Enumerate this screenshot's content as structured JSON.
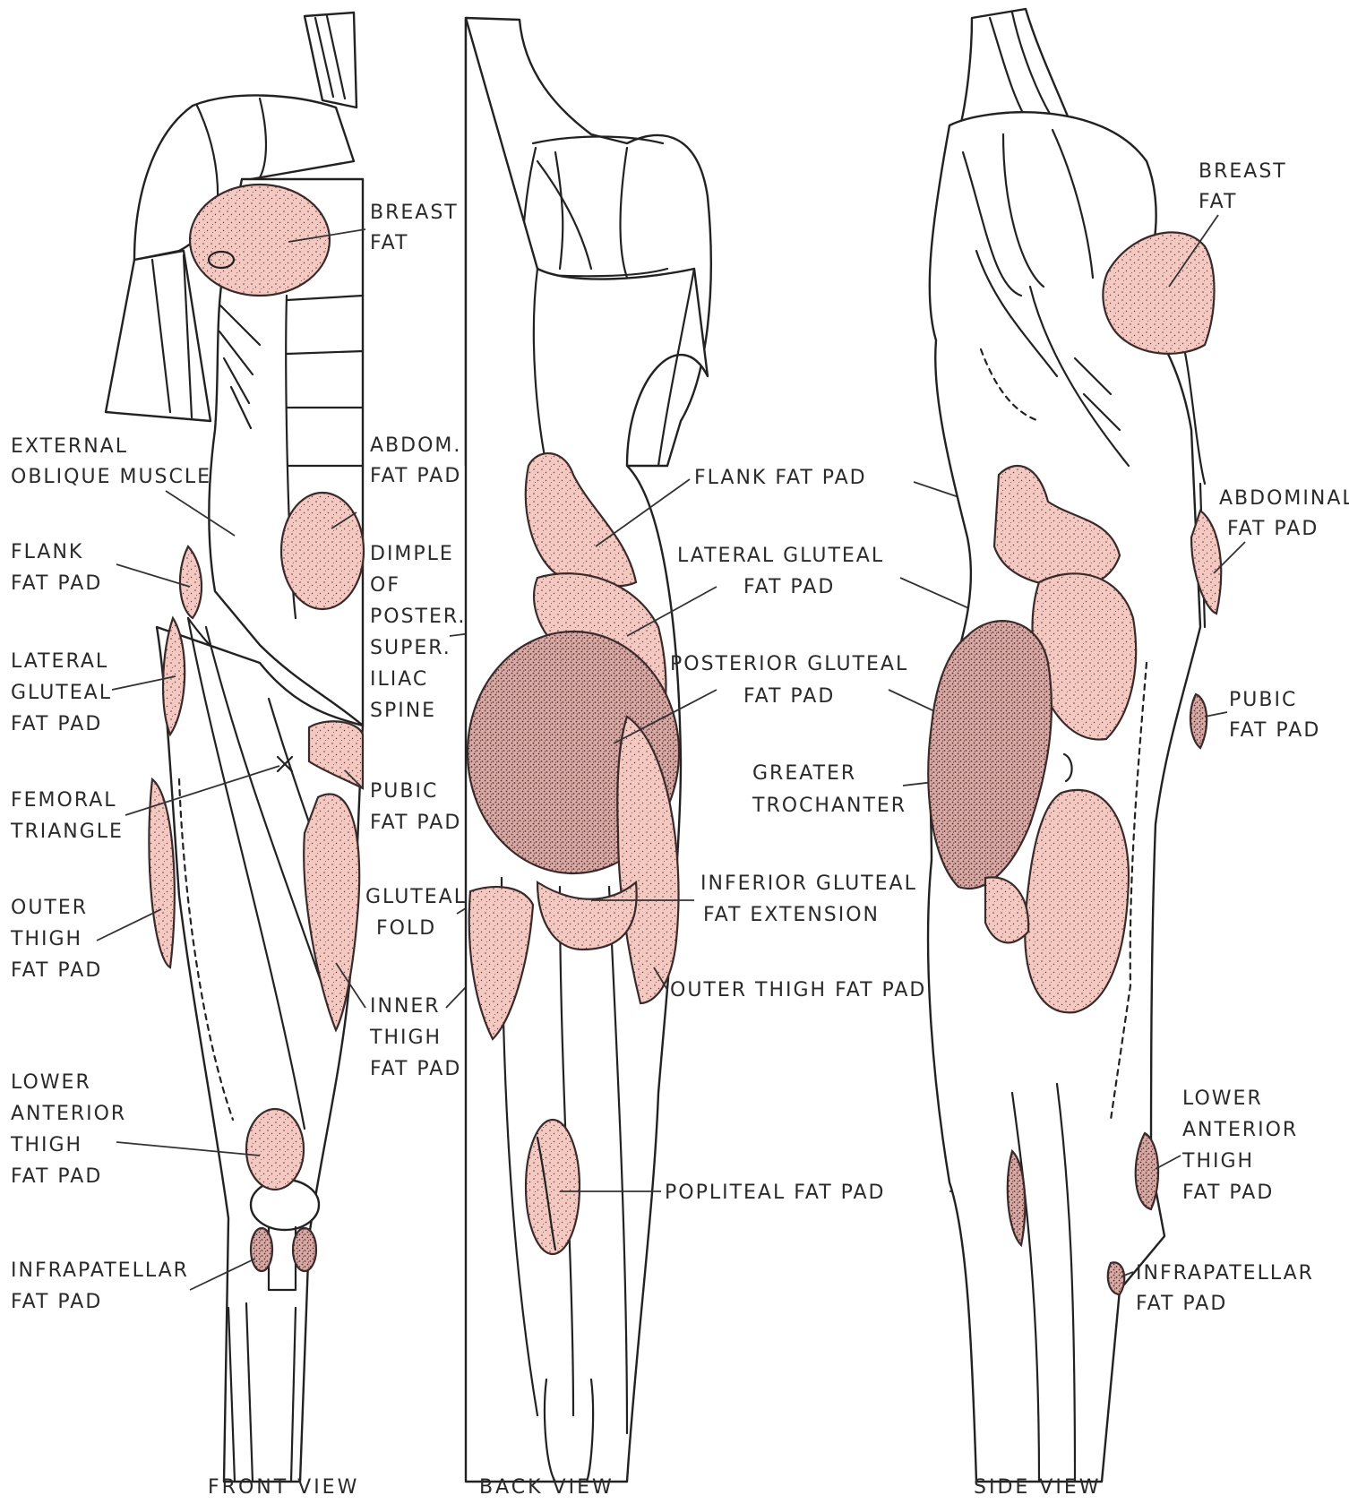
{
  "views": {
    "front": "FRONT VIEW",
    "back": "BACK VIEW",
    "side": "SIDE VIEW"
  },
  "front_labels": {
    "breast_1": "BREAST",
    "breast_2": "FAT",
    "abdom_1": "ABDOM.",
    "abdom_2": "FAT PAD",
    "ext_1": "EXTERNAL",
    "ext_2": "OBLIQUE MUSCLE",
    "flank_1": "FLANK",
    "flank_2": "FAT PAD",
    "dimple_1": "DIMPLE",
    "dimple_2": "OF",
    "dimple_3": "POSTER.",
    "dimple_4": "SUPER.",
    "dimple_5": "ILIAC",
    "dimple_6": "SPINE",
    "lat_1": "LATERAL",
    "lat_2": "GLUTEAL",
    "lat_3": "FAT PAD",
    "pubic_1": "PUBIC",
    "pubic_2": "FAT PAD",
    "fem_1": "FEMORAL",
    "fem_2": "TRIANGLE",
    "outer_1": "OUTER",
    "outer_2": "THIGH",
    "outer_3": "FAT PAD",
    "gfold_1": "GLUTEAL",
    "gfold_2": "FOLD",
    "inner_1": "INNER",
    "inner_2": "THIGH",
    "inner_3": "FAT PAD",
    "lower_1": "LOWER",
    "lower_2": "ANTERIOR",
    "lower_3": "THIGH",
    "lower_4": "FAT PAD",
    "infra_1": "INFRAPATELLAR",
    "infra_2": "FAT PAD"
  },
  "back_labels": {
    "flank": "FLANK FAT PAD",
    "lat_1": "LATERAL GLUTEAL",
    "lat_2": "FAT PAD",
    "post_1": "POSTERIOR GLUTEAL",
    "post_2": "FAT PAD",
    "troch_1": "GREATER",
    "troch_2": "TROCHANTER",
    "inf_1": "INFERIOR GLUTEAL",
    "inf_2": "FAT EXTENSION",
    "outer": "OUTER THIGH FAT PAD",
    "popliteal": "POPLITEAL FAT PAD"
  },
  "side_labels": {
    "breast_1": "BREAST",
    "breast_2": "FAT",
    "abd_1": "ABDOMINAL",
    "abd_2": "FAT PAD",
    "pubic_1": "PUBIC",
    "pubic_2": "FAT PAD",
    "lower_1": "LOWER",
    "lower_2": "ANTERIOR",
    "lower_3": "THIGH",
    "lower_4": "FAT PAD",
    "infra_1": "INFRAPATELLAR",
    "infra_2": "FAT PAD"
  },
  "colors": {
    "fat_fill": "#f3c9c2",
    "fat_dark": "#d7aaa6",
    "stipple": "#6b3b3b",
    "line": "#222222",
    "paper": "#ffffff"
  }
}
